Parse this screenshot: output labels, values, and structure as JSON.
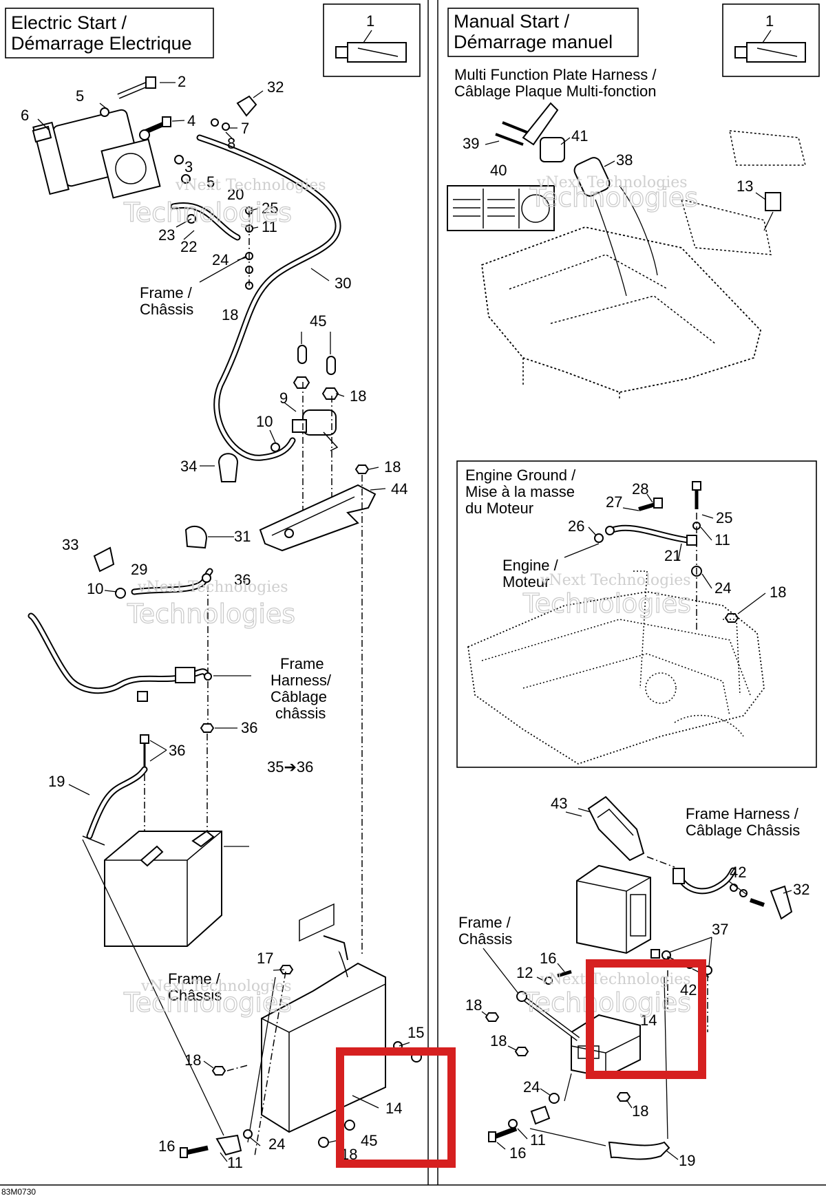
{
  "left_panel": {
    "title_line1": "Electric Start /",
    "title_line2": "Démarrage Electrique",
    "kit_number": "1"
  },
  "right_panel": {
    "title_line1": "Manual Start /",
    "title_line2": "Démarrage manuel",
    "kit_number": "1"
  },
  "labels": {
    "multi_function_line1": "Multi Function Plate Harness /",
    "multi_function_line2": "Câblage Plaque Multi-fonction",
    "frame_line1": "Frame /",
    "frame_line2": "Châssis",
    "frame_harness_line1": "Frame",
    "frame_harness_line2": "Harness/",
    "frame_harness_line3": "Câblage",
    "frame_harness_line4": "châssis",
    "engine_ground_line1": "Engine Ground /",
    "engine_ground_line2": "Mise à la masse",
    "engine_ground_line3": "du Moteur",
    "engine_line1": "Engine /",
    "engine_line2": "Moteur",
    "frame_harness_r_line1": "Frame Harness /",
    "frame_harness_r_line2": "Câblage Châssis",
    "battery_callout": "35➔36"
  },
  "callouts_left": [
    "2",
    "5",
    "32",
    "6",
    "4",
    "7",
    "8",
    "3",
    "5",
    "20",
    "25",
    "23",
    "11",
    "22",
    "24",
    "30",
    "18",
    "45",
    "18",
    "9",
    "10",
    "18",
    "44",
    "34",
    "31",
    "33",
    "29",
    "36",
    "10",
    "36",
    "36",
    "19",
    "17",
    "15",
    "18",
    "14",
    "24",
    "45",
    "16",
    "11",
    "18"
  ],
  "callouts_right": [
    "39",
    "41",
    "38",
    "40",
    "13",
    "28",
    "27",
    "25",
    "26",
    "11",
    "21",
    "24",
    "18",
    "43",
    "42",
    "32",
    "37",
    "16",
    "12",
    "42",
    "18",
    "14",
    "18",
    "24",
    "18",
    "16",
    "11",
    "19"
  ],
  "watermark": {
    "line1": "vNext Technologies",
    "line2": "Technologies"
  },
  "footer_code": "83M0730",
  "highlight_color": "#d62020"
}
